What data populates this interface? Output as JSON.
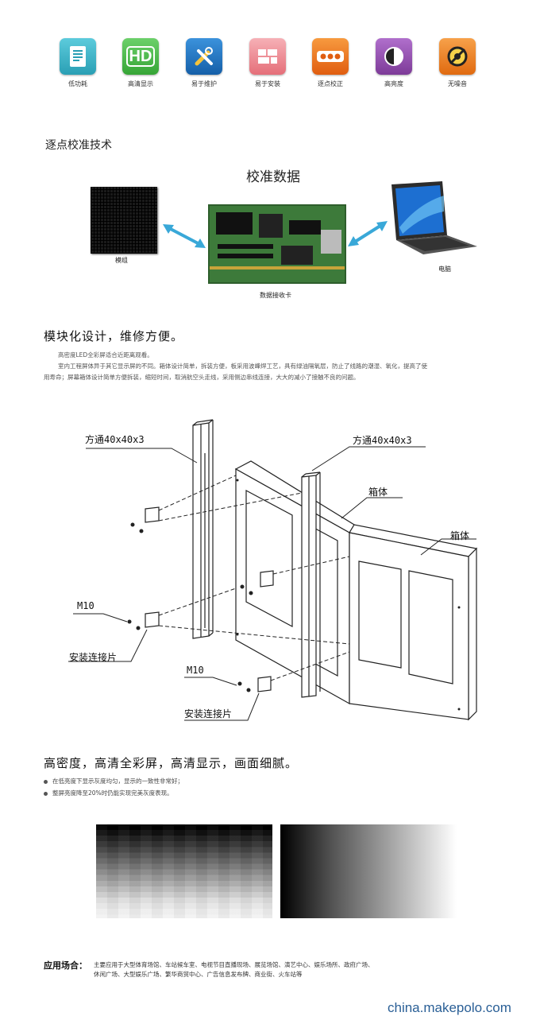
{
  "features": [
    {
      "label": "低功耗",
      "icon": "low-power-icon",
      "color": "#36b4c8"
    },
    {
      "label": "高清显示",
      "icon": "hd-icon",
      "color": "#49b84a"
    },
    {
      "label": "易于维护",
      "icon": "tools-icon",
      "color": "#1e76c7"
    },
    {
      "label": "易于安装",
      "icon": "install-icon",
      "color": "#ee8c94"
    },
    {
      "label": "逐点校正",
      "icon": "dots-icon",
      "color": "#f07a1d"
    },
    {
      "label": "高亮度",
      "icon": "brightness-icon",
      "color": "#9a4fb0"
    },
    {
      "label": "无噪音",
      "icon": "no-noise-icon",
      "color": "#f08020"
    }
  ],
  "calibration": {
    "heading": "逐点校准技术",
    "title": "校准数据",
    "module_label": "模组",
    "card_label": "数据接收卡",
    "laptop_label": "电脑"
  },
  "modular": {
    "heading": "模块化设计，维修方便。",
    "line1": "高密度LED全彩屏适合近距离观看。",
    "line2": "室内工程屏体异于其它显示屏的不同。箱体设计简单，拆装方便，板采用波峰焊工艺，具有绿油隔氧层，防止了线路的潮湿、氧化，提高了使",
    "line3": "用寿命；屏幕箱体设计简单方便拆装，缩短时间，取消航空头走线，采用侧边串线连接，大大的减小了接触不良的问题。"
  },
  "diagram": {
    "tube_left": "方通40x40x3",
    "tube_right": "方通40x40x3",
    "cabinet_1": "箱体",
    "cabinet_2": "箱体",
    "bolt_left": "M10",
    "plate_left": "安装连接片",
    "bolt_mid": "M10",
    "plate_mid": "安装连接片"
  },
  "density": {
    "heading": "高密度，高清全彩屏，高清显示，画面细腻。",
    "bullets": [
      "在低亮度下显示灰度均匀，显示的一致性非常好；",
      "整屏亮度降至20%时仍能实现完美灰度表现。"
    ]
  },
  "application": {
    "label": "应用场合：",
    "line1": "主要应用于大型体育场馆、车站候车室、电视节目直播现场、展览场馆、演艺中心、娱乐场所、政府广场、",
    "line2": "休闲广场、大型娱乐广场、繁华商贸中心、广告信息发布牌、商业街、火车站等"
  },
  "watermark": "china.makepolo.com"
}
